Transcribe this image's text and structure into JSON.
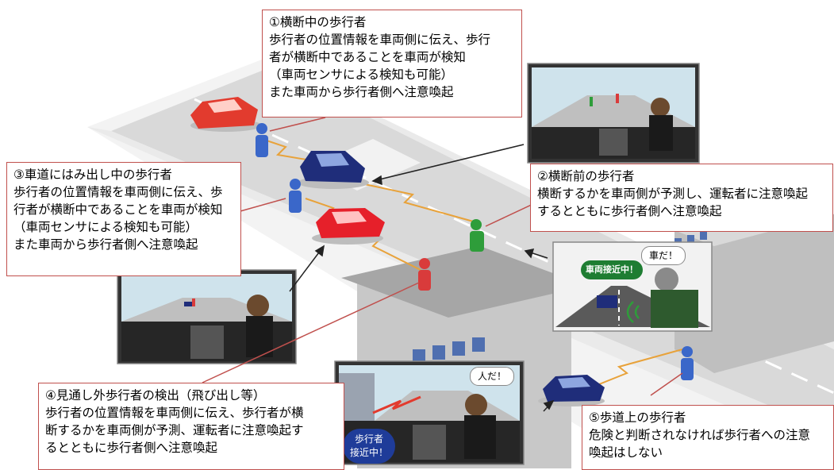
{
  "callouts": {
    "c1": {
      "title": "①横断中の歩行者",
      "lines": [
        "歩行者の位置情報を車両側に伝え、歩行",
        "者が横断中であることを車両が検知",
        "（車両センサによる検知も可能）",
        "また車両から歩行者側へ注意喚起"
      ]
    },
    "c2": {
      "title": "②横断前の歩行者",
      "lines": [
        "横断するかを車両側が予測し、運転者に注意喚起",
        "するとともに歩行者側へ注意喚起"
      ]
    },
    "c3": {
      "title": "③車道にはみ出し中の歩行者",
      "lines": [
        "歩行者の位置情報を車両側に伝え、歩",
        "行者が横断中であることを車両が検知",
        "（車両センサによる検知も可能）",
        "また車両から歩行者側へ注意喚起"
      ]
    },
    "c4": {
      "title": "④見通し外歩行者の検出（飛び出し等）",
      "lines": [
        "歩行者の位置情報を車両側に伝え、歩行者が横",
        "断するかを車両側が予測、運転者に注意喚起す",
        "るとともに歩行者側へ注意喚起"
      ]
    },
    "c5": {
      "title": "⑤歩道上の歩行者",
      "lines": [
        "危険と判断されなければ歩行者への注意",
        "喚起はしない"
      ]
    }
  },
  "bubbles": {
    "car_approaching": "車両接近中！",
    "car_exclaim": "車だ！",
    "person_exclaim": "人だ！",
    "pedestrian_approaching_1": "歩行者",
    "pedestrian_approaching_2": "接近中！"
  },
  "colors": {
    "callout_border": "#c0504d",
    "road": "#d9d9d9",
    "sidewalk": "#f2f2f2",
    "green_badge": "#1e7d32",
    "blue_badge": "#1f3c99",
    "signal_line": "#e8a23a"
  }
}
